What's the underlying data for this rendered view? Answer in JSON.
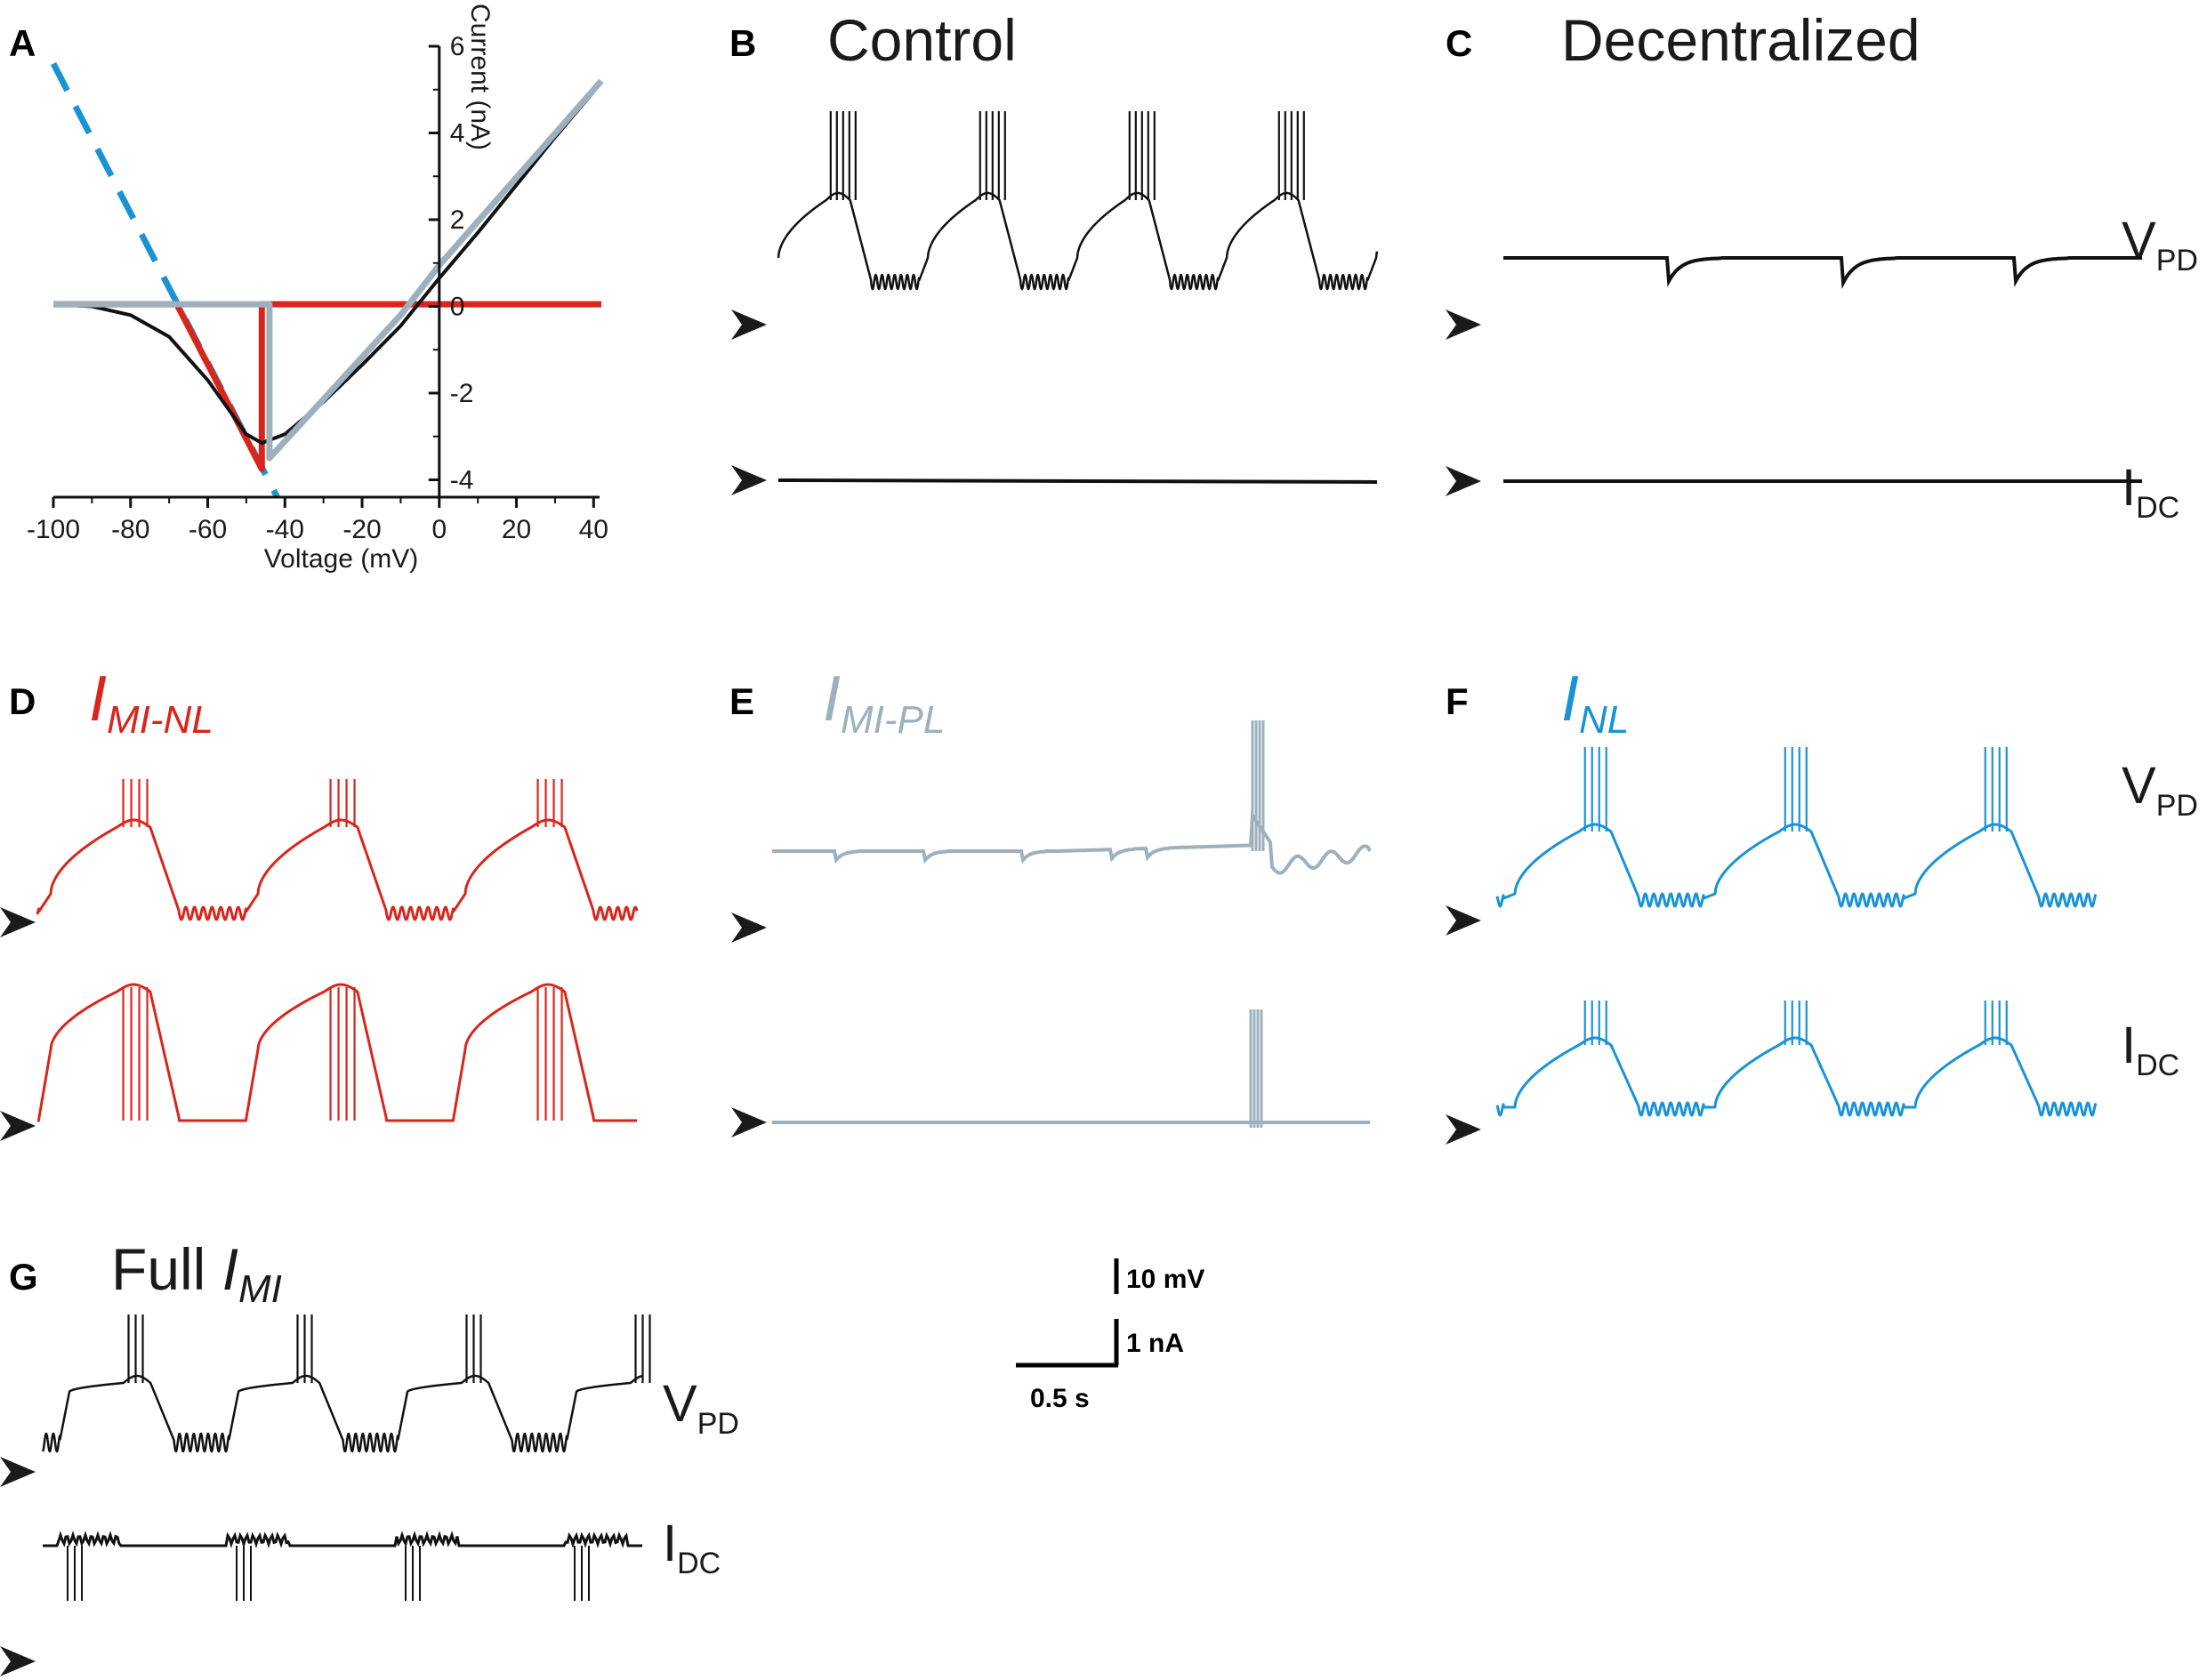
{
  "colors": {
    "black": "#111111",
    "red": "#d9261c",
    "grey": "#9db0be",
    "blue": "#1a93d6",
    "dark": "#1a1a1a"
  },
  "panel_letters": [
    "A",
    "B",
    "C",
    "D",
    "E",
    "F",
    "G"
  ],
  "titles": {
    "B": "Control",
    "C": "Decentralized",
    "G_prefix": "Full ",
    "G_base": "I",
    "G_sub": "MI"
  },
  "conditions": {
    "D": {
      "base": "I",
      "sub": "MI-NL",
      "color": "#d9261c"
    },
    "E": {
      "base": "I",
      "sub": "MI-PL",
      "color": "#9db0be"
    },
    "F": {
      "base": "I",
      "sub": "NL",
      "color": "#1a93d6"
    }
  },
  "trace_labels": {
    "V_base": "V",
    "V_sub": "PD",
    "I_base": "I",
    "I_sub": "DC"
  },
  "scale_bar": {
    "voltage": "10 mV",
    "current": "1 nA",
    "time": "0.5 s"
  },
  "arrow_icon": "arrowhead-icon",
  "chart_data": [
    {
      "panel": "A",
      "type": "line",
      "title": "",
      "xlabel": "Voltage (mV)",
      "ylabel": "Current (nA)",
      "xlim": [
        -100,
        42
      ],
      "ylim": [
        -4.4,
        6
      ],
      "x_ticks": [
        -100,
        -80,
        -60,
        -40,
        -20,
        0,
        20,
        40
      ],
      "x_tick_labels": [
        "-100",
        "-80",
        "-60",
        "-40",
        "-20",
        "0",
        "20",
        "40"
      ],
      "y_ticks": [
        -4,
        -2,
        0,
        2,
        4,
        6
      ],
      "y_tick_labels": [
        "-4",
        "-2",
        "0",
        "2",
        "4",
        "6"
      ],
      "grid": false,
      "series": [
        {
          "color": "#1a93d6",
          "dash": true,
          "x": [
            -100,
            -42
          ],
          "y": [
            5.6,
            -4.4
          ]
        },
        {
          "color": "#d9261c",
          "x": [
            -100,
            -68,
            -46,
            -46,
            42
          ],
          "y": [
            0.05,
            0.05,
            -3.75,
            0.05,
            0.05
          ]
        },
        {
          "color": "#111111",
          "x": [
            -100,
            -90,
            -80,
            -70,
            -60,
            -50,
            -46,
            -40,
            -30,
            -20,
            -10,
            0,
            10,
            20,
            30,
            40
          ],
          "y": [
            0.05,
            0.0,
            -0.2,
            -0.7,
            -1.7,
            -2.95,
            -3.15,
            -2.95,
            -2.2,
            -1.35,
            -0.45,
            0.65,
            1.7,
            2.8,
            3.9,
            4.95
          ]
        },
        {
          "color": "#9db0be",
          "x": [
            -100,
            -44,
            -44,
            -10,
            0,
            42
          ],
          "y": [
            0.05,
            0.05,
            -3.5,
            -0.2,
            0.95,
            5.2
          ]
        }
      ]
    },
    {
      "panel": "B",
      "type": "line",
      "title": "Control",
      "series": [
        {
          "color": "#111111",
          "bursts": 4,
          "spikes_per_burst": 5,
          "baseline_arrow": true
        },
        {
          "color": "#111111",
          "flat": true,
          "baseline_arrow": true
        }
      ]
    },
    {
      "panel": "C",
      "type": "line",
      "title": "Decentralized",
      "series": [
        {
          "color": "#111111",
          "flat_with_dips": 4,
          "baseline_arrow": true
        },
        {
          "color": "#111111",
          "flat": true,
          "baseline_arrow": true
        }
      ]
    },
    {
      "panel": "D",
      "type": "line",
      "series": [
        {
          "color": "#d9261c",
          "bursts": 3,
          "spikes_per_burst": 4
        },
        {
          "color": "#d9261c",
          "bursts": 3,
          "spikes_per_burst": 4
        }
      ]
    },
    {
      "panel": "E",
      "type": "line",
      "series": [
        {
          "color": "#9db0be",
          "bursts": 1,
          "flat_with_dips": 6
        },
        {
          "color": "#9db0be",
          "bursts": 1,
          "flat": true
        }
      ]
    },
    {
      "panel": "F",
      "type": "line",
      "series": [
        {
          "color": "#1a93d6",
          "bursts": 3,
          "spikes_per_burst": 4
        },
        {
          "color": "#1a93d6",
          "bursts": 3,
          "spikes_per_burst": 4
        }
      ]
    },
    {
      "panel": "G",
      "type": "line",
      "title": "Full IMI",
      "series": [
        {
          "color": "#111111",
          "bursts": 4,
          "spikes_per_burst": 3
        },
        {
          "color": "#111111",
          "bursts": 4,
          "spikes_per_burst": 3
        }
      ]
    }
  ]
}
